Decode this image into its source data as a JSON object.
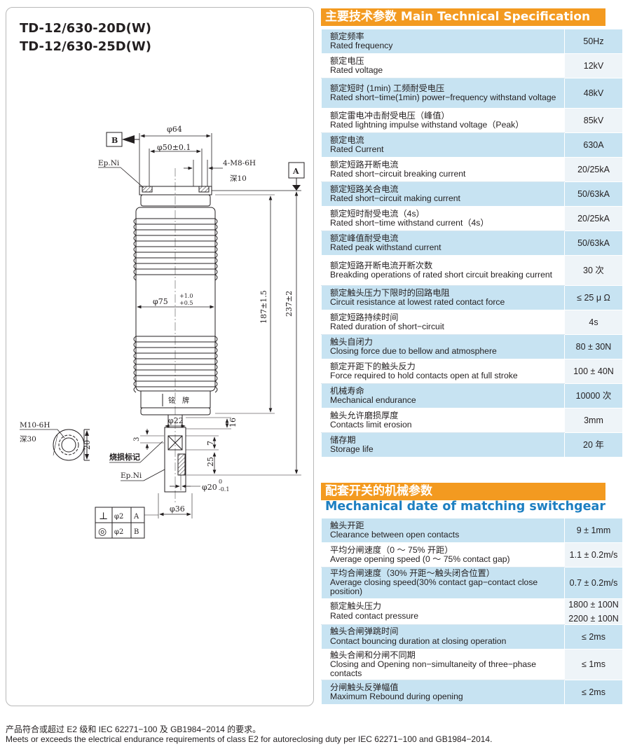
{
  "models": [
    "TD-12/630-20D(W)",
    "TD-12/630-25D(W)"
  ],
  "drawing": {
    "datum_b": "B",
    "datum_a": "A",
    "dia_64": "φ64",
    "dia_50": "φ50±0.1",
    "thread_top": "4-M8-6H",
    "depth_top": "深10",
    "ep_ni_top": "Ep.Ni",
    "dia_75": "φ75",
    "dia_75_upper": "+1.0",
    "dia_75_lower": "+0.5",
    "len_187": "187±1.5",
    "len_237": "237±2",
    "nameplate": "铭　牌",
    "dia_22": "φ22",
    "dim_16": "16",
    "dim_3": "3",
    "dim_7": "7",
    "dim_25": "25",
    "dim_20": "20",
    "burn_mark": "烧损标记",
    "ep_ni_bottom": "Ep.Ni",
    "thread_bottom": "M10-6H",
    "depth_bottom": "深30",
    "dia_20": "φ20",
    "dia_20_upper": "0",
    "dia_20_lower": "-0.1",
    "dia_36": "φ36",
    "tol_perp": "⊥",
    "tol_perp_val": "φ2",
    "tol_perp_ref": "A",
    "tol_conc": "◎",
    "tol_conc_val": "φ2",
    "tol_conc_ref": "B"
  },
  "main_spec": {
    "title": "主要技术参数 Main Technical Specification",
    "rows": [
      {
        "cn": "额定频率",
        "en": "Rated frequency",
        "value": "50Hz"
      },
      {
        "cn": "额定电压",
        "en": "Rated voltage",
        "value": "12kV"
      },
      {
        "cn": "额定短时 (1min) 工频耐受电压",
        "en": "Rated short−time(1min) power−frequency withstand voltage",
        "value": "48kV"
      },
      {
        "cn": "额定雷电冲击耐受电压（峰值）",
        "en": "Rated lightning impulse withstand voltage（Peak）",
        "value": "85kV"
      },
      {
        "cn": "额定电流",
        "en": "Rated Current",
        "value": "630A"
      },
      {
        "cn": "额定短路开断电流",
        "en": "Rated short−circuit breaking current",
        "value": "20/25kA"
      },
      {
        "cn": "额定短路关合电流",
        "en": "Rated short−circuit making current",
        "value": "50/63kA"
      },
      {
        "cn": "额定短时耐受电流（4s）",
        "en": "Rated short−time withstand current（4s）",
        "value": "20/25kA"
      },
      {
        "cn": "额定峰值耐受电流",
        "en": "Rated peak withstand current",
        "value": "50/63kA"
      },
      {
        "cn": "额定短路开断电流开断次数",
        "en": "Breakding operations of rated short circuit breaking current",
        "value": "30 次"
      },
      {
        "cn": "额定触头压力下限时的回路电阻",
        "en": "Circuit resistance at lowest rated contact force",
        "value": "≤ 25 μ Ω"
      },
      {
        "cn": "额定短路持续时间",
        "en": "Rated duration of short−circuit",
        "value": "4s"
      },
      {
        "cn": "触头自闭力",
        "en": "Closing force due to bellow and atmosphere",
        "value": "80 ± 30N"
      },
      {
        "cn": "额定开距下的触头反力",
        "en": "Force required to hold contacts open at full stroke",
        "value": "100 ± 40N"
      },
      {
        "cn": "机械寿命",
        "en": "Mechanical endurance",
        "value": "10000 次"
      },
      {
        "cn": "触头允许磨损厚度",
        "en": "Contacts limit erosion",
        "value": "3mm"
      },
      {
        "cn": "储存期",
        "en": "Storage life",
        "value": "20 年"
      }
    ]
  },
  "mech_spec": {
    "title_cn": "配套开关的机械参数",
    "title_en": "Mechanical date of matching switchgear",
    "rows": [
      {
        "cn": "触头开距",
        "en": "Clearance between open contacts",
        "value": "9 ± 1mm"
      },
      {
        "cn": "平均分闸速度（0 ～ 75% 开距）",
        "en": "Average opening speed (0 ～ 75% contact gap)",
        "value": "1.1 ± 0.2m/s"
      },
      {
        "cn": "平均合闸速度（30% 开距～触头闭合位置）",
        "en": "Average closing speed(30% contact gap−contact close position)",
        "value": "0.7 ± 0.2m/s"
      },
      {
        "cn": "额定触头压力",
        "en": "Rated contact pressure",
        "value": "1800 ± 100N",
        "value2": "2200 ± 100N"
      },
      {
        "cn": "触头合闸弹跳时间",
        "en": "Contact bouncing duration at closing operation",
        "value": "≤ 2ms"
      },
      {
        "cn": "触头合闸和分闸不同期",
        "en": "Closing and Opening non−simultaneity of three−phase contacts",
        "value": "≤ 1ms"
      },
      {
        "cn": "分闸触头反弹幅值",
        "en": "Maximum Rebound during opening",
        "value": "≤ 2ms"
      }
    ]
  },
  "footer": {
    "cn": "产品符合或超过 E2 级和 IEC 62271−100 及 GB1984−2014 的要求。",
    "en": "Meets or exceeds the electrical endurance requirements of class E2 for autoreclosing duty per IEC 62271−100 and GB1984−2014."
  },
  "colors": {
    "header_orange": "#f39a20",
    "row_blue": "#c7e3f2",
    "title_blue": "#1d7fc1"
  }
}
